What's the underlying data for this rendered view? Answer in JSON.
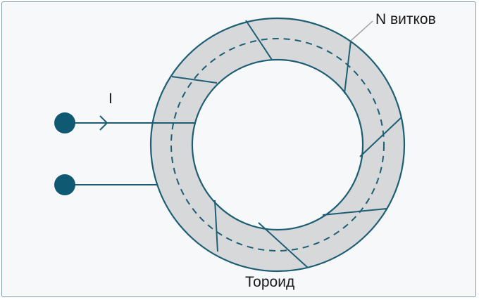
{
  "labels": {
    "turns": "N витков",
    "current": "I",
    "toroid": "Тороид"
  },
  "colors": {
    "background": "#f7f8f9",
    "border": "#7a9caa",
    "core_fill": "#d6d8da",
    "line": "#1d5e74",
    "terminal": "#0f5a72",
    "leader": "#9aa0a4"
  }
}
